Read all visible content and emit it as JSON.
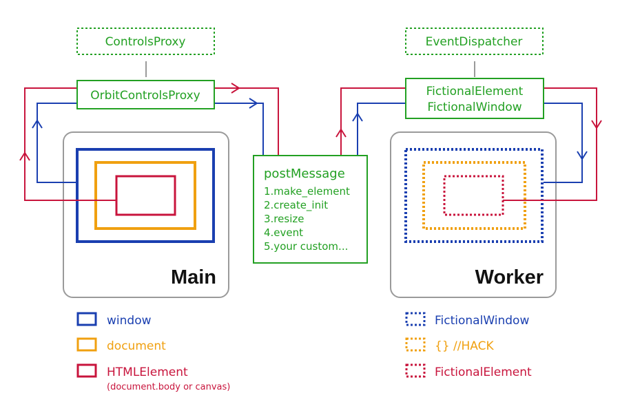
{
  "colors": {
    "green": "#22a022",
    "blue": "#1a3fb0",
    "orange": "#f0a010",
    "red": "#c8143c",
    "gray": "#9a9a9a",
    "black": "#111111"
  },
  "top_boxes": {
    "left_base": "ControlsProxy",
    "left_proxy": "OrbitControlsProxy",
    "right_base": "EventDispatcher",
    "right_line1": "FictionalElement",
    "right_line2": "FictionalWindow"
  },
  "post_message": {
    "title": "postMessage",
    "items": [
      "1.make_element",
      "2.create_init",
      "3.resize",
      "4.event",
      "5.your custom..."
    ]
  },
  "panels": {
    "main_title": "Main",
    "worker_title": "Worker"
  },
  "legend_main": {
    "window": "window",
    "document": "document",
    "html_element": "HTMLElement",
    "html_element_note": "(document.body or canvas)"
  },
  "legend_worker": {
    "window": "FictionalWindow",
    "document": "{} //HACK",
    "element": "FictionalElement"
  }
}
